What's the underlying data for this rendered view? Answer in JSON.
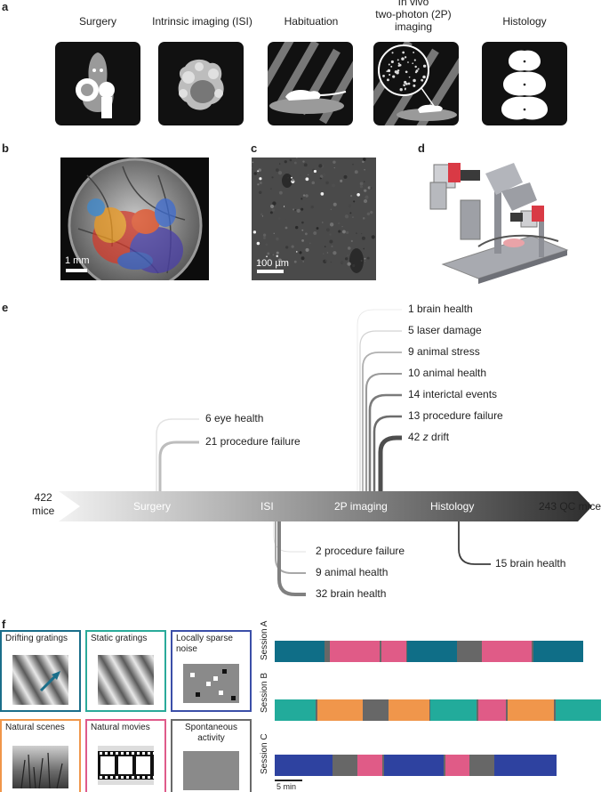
{
  "panel_labels": {
    "a": "a",
    "b": "b",
    "c": "c",
    "d": "d",
    "e": "e",
    "f": "f"
  },
  "steps": [
    {
      "id": "surgery",
      "label": "Surgery",
      "icon": "mouse-head-window-icon"
    },
    {
      "id": "isi",
      "label": "Intrinsic imaging (ISI)",
      "icon": "cortex-map-icon"
    },
    {
      "id": "habituation",
      "label": "Habituation",
      "icon": "mouse-habituation-icon"
    },
    {
      "id": "two_photon",
      "label_lines": [
        "In vivo",
        "two-photon (2P)",
        "imaging"
      ],
      "icon": "two-photon-cells-icon"
    },
    {
      "id": "histology",
      "label": "Histology",
      "icon": "brain-sections-icon"
    }
  ],
  "scale_bars": {
    "b": "1 mm",
    "c": "100 µm"
  },
  "flow": {
    "start": {
      "count": "422",
      "unit": "mice"
    },
    "end": "243 QC mice",
    "stages": [
      "Surgery",
      "ISI",
      "2P imaging",
      "Histology"
    ],
    "surgery_losses": [
      "6 eye health",
      "21 procedure failure"
    ],
    "two_photon_losses": [
      "1 brain health",
      "5 laser damage",
      "9 animal stress",
      "10 animal health",
      "14 interictal events",
      "13 procedure failure"
    ],
    "two_photon_drift": {
      "count": "42",
      "italic": "z",
      "rest": "drift"
    },
    "isi_losses": [
      "2 procedure failure",
      "9 animal health",
      "32 brain health"
    ],
    "histology_losses": [
      "15 brain health"
    ]
  },
  "stimuli": [
    {
      "label": "Drifting gratings",
      "color": "#1a6e8a"
    },
    {
      "label": "Static gratings",
      "color": "#2aaa9a"
    },
    {
      "label_lines": [
        "Locally sparse",
        "noise"
      ],
      "color": "#3b4fa8"
    },
    {
      "label": "Natural scenes",
      "color": "#f0964a"
    },
    {
      "label": "Natural movies",
      "color": "#df5b8a"
    },
    {
      "label_lines": [
        "Spontaneous",
        "activity"
      ],
      "color": "#6a6a6a"
    }
  ],
  "sessions": {
    "names": [
      "Session A",
      "Session B",
      "Session C"
    ],
    "scale": "5 min",
    "A": [
      [
        "drifting",
        9
      ],
      [
        "spont",
        1
      ],
      [
        "movies",
        9
      ],
      [
        "spont",
        0.3
      ],
      [
        "movies",
        4.5
      ],
      [
        "spont",
        0.3
      ],
      [
        "drifting",
        9
      ],
      [
        "spont",
        4.5
      ],
      [
        "movies",
        9
      ],
      [
        "spont",
        0.3
      ],
      [
        "drifting",
        9
      ]
    ],
    "B": [
      [
        "static",
        7.4
      ],
      [
        "spont",
        0.3
      ],
      [
        "scenes",
        8.3
      ],
      [
        "spont",
        4.6
      ],
      [
        "scenes",
        7.4
      ],
      [
        "spont",
        0.3
      ],
      [
        "static",
        8.3
      ],
      [
        "spont",
        0.3
      ],
      [
        "movies",
        5.1
      ],
      [
        "spont",
        0.3
      ],
      [
        "scenes",
        8.3
      ],
      [
        "spont",
        0.3
      ],
      [
        "static",
        8.3
      ]
    ],
    "C": [
      [
        "sparse",
        10.5
      ],
      [
        "spont",
        4.5
      ],
      [
        "movies",
        4.5
      ],
      [
        "spont",
        0.3
      ],
      [
        "sparse",
        10.8
      ],
      [
        "spont",
        0.3
      ],
      [
        "movies",
        4.5
      ],
      [
        "spont",
        4.5
      ],
      [
        "sparse",
        11.2
      ]
    ]
  },
  "colors": {
    "drifting": "#0f6e87",
    "static": "#22ab9b",
    "sparse": "#2e42a0",
    "scenes": "#f0964b",
    "movies": "#e05b87",
    "spont": "#676767"
  }
}
